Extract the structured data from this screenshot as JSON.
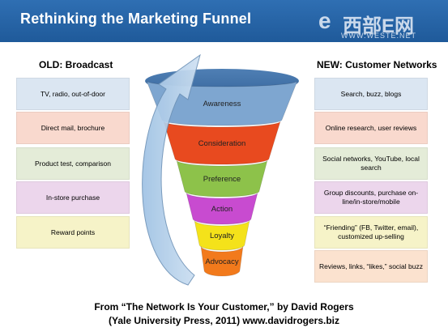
{
  "header": {
    "title": "Rethinking the Marketing Funnel",
    "logo_mark": "e",
    "logo_name": "西部E网",
    "logo_url": "WWW.WESTE.NET"
  },
  "old": {
    "title": "OLD: Broadcast",
    "items": [
      {
        "label": "TV, radio, out-of-door",
        "color": "#dbe6f2"
      },
      {
        "label": "Direct mail, brochure",
        "color": "#f9d9ce"
      },
      {
        "label": "Product test, comparison",
        "color": "#e4ecd8"
      },
      {
        "label": "In-store purchase",
        "color": "#ecd6ec"
      },
      {
        "label": "Reward points",
        "color": "#f6f3c8"
      }
    ]
  },
  "new": {
    "title": "NEW: Customer Networks",
    "items": [
      {
        "label": "Search, buzz, blogs",
        "color": "#dbe6f2"
      },
      {
        "label": "Online research, user reviews",
        "color": "#f9d9ce"
      },
      {
        "label": "Social networks, YouTube, local search",
        "color": "#e4ecd8"
      },
      {
        "label": "Group discounts, purchase on-line/in-store/mobile",
        "color": "#ecd6ec"
      },
      {
        "label": "“Friending” (FB, Twitter, email), customized up-selling",
        "color": "#f6f3c8"
      },
      {
        "label": "Reviews, links, “likes,” social buzz",
        "color": "#fbe2cf"
      }
    ]
  },
  "funnel": {
    "stages": [
      {
        "label": "Awareness",
        "color": "#7ea6d0"
      },
      {
        "label": "Consideration",
        "color": "#e84a1f"
      },
      {
        "label": "Preference",
        "color": "#8dc24a"
      },
      {
        "label": "Action",
        "color": "#c84bd0"
      },
      {
        "label": "Loyalty",
        "color": "#f4e21a"
      },
      {
        "label": "Advocacy",
        "color": "#f27a1c"
      }
    ]
  },
  "footer": {
    "line1": "From “The Network Is Your Customer,” by David Rogers",
    "line2": "(Yale University Press, 2011) www.davidrogers.biz"
  }
}
